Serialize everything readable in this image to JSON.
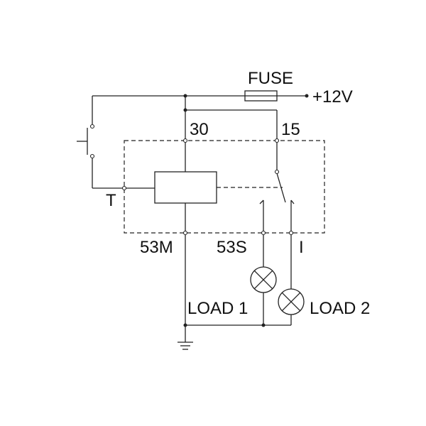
{
  "labels": {
    "fuse": "FUSE",
    "supply": "+12V",
    "terminal_30": "30",
    "terminal_15": "15",
    "terminal_t": "T",
    "terminal_53m": "53M",
    "terminal_53s": "53S",
    "terminal_i": "I",
    "load_1": "LOAD 1",
    "load_2": "LOAD 2"
  },
  "components": {
    "fuse": "fuse-icon",
    "push_button": "push-button-icon",
    "relay_coil": "relay-coil-icon",
    "switch_contact": "switch-contact-icon",
    "lamp": "lamp-icon",
    "ground": "ground-icon"
  },
  "colors": {
    "line": "#222222",
    "background": "#ffffff"
  }
}
